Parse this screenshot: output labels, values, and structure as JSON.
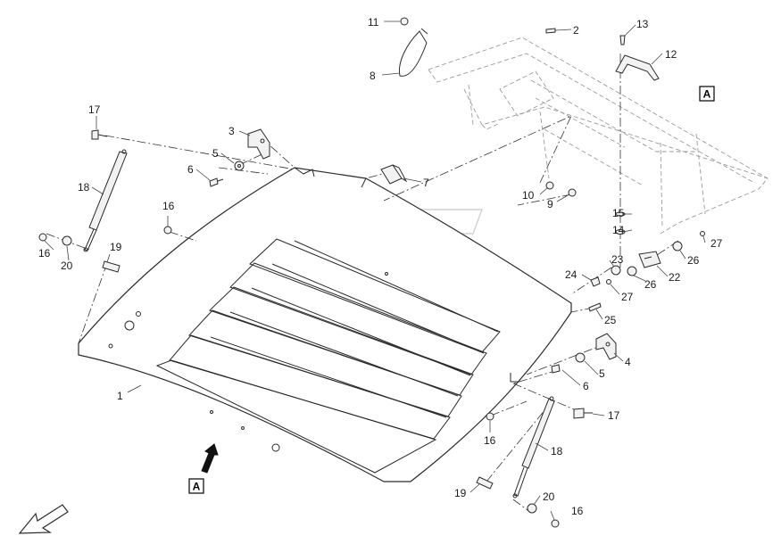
{
  "view_marker": "A",
  "callouts": [
    {
      "id": "c1",
      "text": "1"
    },
    {
      "id": "c2",
      "text": "2"
    },
    {
      "id": "c3",
      "text": "3"
    },
    {
      "id": "c4",
      "text": "4"
    },
    {
      "id": "c5a",
      "text": "5"
    },
    {
      "id": "c5b",
      "text": "5"
    },
    {
      "id": "c6a",
      "text": "6"
    },
    {
      "id": "c6b",
      "text": "6"
    },
    {
      "id": "c7",
      "text": "7"
    },
    {
      "id": "c8",
      "text": "8"
    },
    {
      "id": "c9",
      "text": "9"
    },
    {
      "id": "c10",
      "text": "10"
    },
    {
      "id": "c11",
      "text": "11"
    },
    {
      "id": "c12",
      "text": "12"
    },
    {
      "id": "c13",
      "text": "13"
    },
    {
      "id": "c14",
      "text": "14"
    },
    {
      "id": "c15",
      "text": "15"
    },
    {
      "id": "c16a",
      "text": "16"
    },
    {
      "id": "c16b",
      "text": "16"
    },
    {
      "id": "c16c",
      "text": "16"
    },
    {
      "id": "c16d",
      "text": "16"
    },
    {
      "id": "c17a",
      "text": "17"
    },
    {
      "id": "c17b",
      "text": "17"
    },
    {
      "id": "c18a",
      "text": "18"
    },
    {
      "id": "c18b",
      "text": "18"
    },
    {
      "id": "c19a",
      "text": "19"
    },
    {
      "id": "c19b",
      "text": "19"
    },
    {
      "id": "c20a",
      "text": "20"
    },
    {
      "id": "c20b",
      "text": "20"
    },
    {
      "id": "c22",
      "text": "22"
    },
    {
      "id": "c23",
      "text": "23"
    },
    {
      "id": "c24",
      "text": "24"
    },
    {
      "id": "c25",
      "text": "25"
    },
    {
      "id": "c26a",
      "text": "26"
    },
    {
      "id": "c26b",
      "text": "26"
    },
    {
      "id": "c27a",
      "text": "27"
    },
    {
      "id": "c27b",
      "text": "27"
    }
  ],
  "colors": {
    "line": "#2a2a2a",
    "watermark": "#d0d0d0",
    "frame": "#9a9a9a"
  },
  "icons": [
    "view-arrow-icon",
    "direction-arrow-icon"
  ]
}
